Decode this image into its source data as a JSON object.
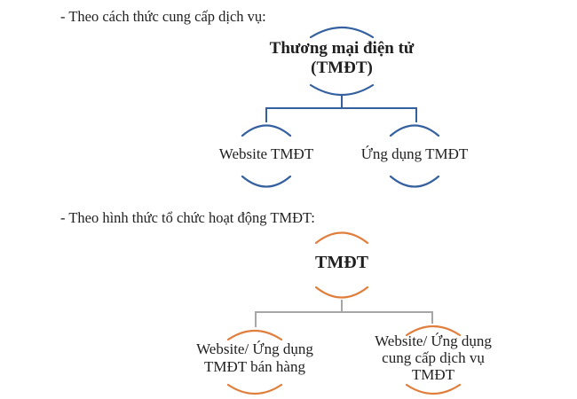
{
  "colors": {
    "tree1_accent": "#35609f",
    "tree2_accent": "#e07e3c",
    "tree2_connector": "#a6a6a6",
    "text": "#1f1f1f",
    "background": "#ffffff"
  },
  "section1": {
    "heading": "- Theo cách thức cung cấp dịch vụ:",
    "tree": {
      "root": {
        "lines": [
          "Thương mại điện tử",
          "(TMĐT)"
        ]
      },
      "children": [
        {
          "lines": [
            "Website TMĐT"
          ]
        },
        {
          "lines": [
            "Ứng dụng TMĐT"
          ]
        }
      ]
    }
  },
  "section2": {
    "heading": "- Theo hình thức tổ chức hoạt động TMĐT:",
    "tree": {
      "root": {
        "lines": [
          "TMĐT"
        ]
      },
      "children": [
        {
          "lines": [
            "Website/ Ứng dụng",
            "TMĐT bán hàng"
          ]
        },
        {
          "lines": [
            "Website/ Ứng dụng",
            "cung cấp dịch vụ",
            "TMĐT"
          ]
        }
      ]
    }
  }
}
